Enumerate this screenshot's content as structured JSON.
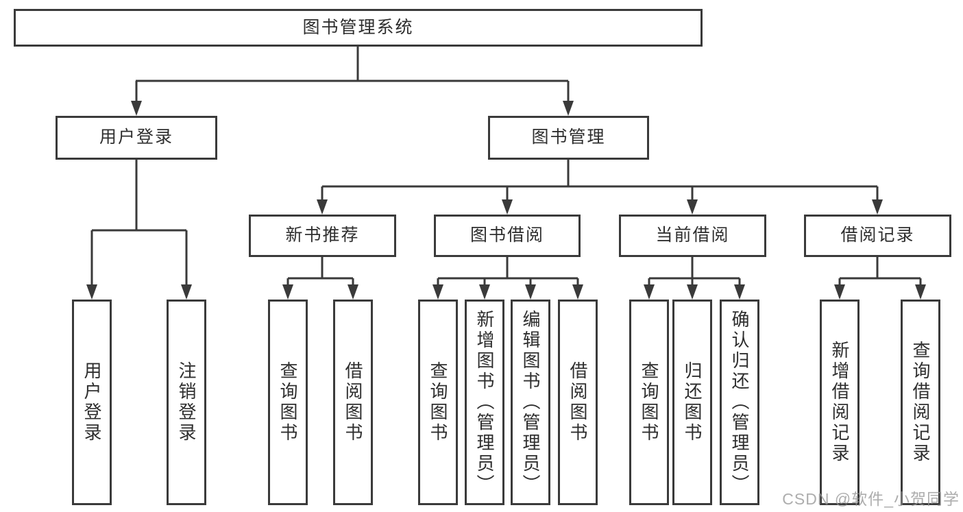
{
  "diagram": {
    "root": {
      "label": "图书管理系统"
    },
    "level2": {
      "user_login": "用户登录",
      "book_management": "图书管理"
    },
    "level3": {
      "new_book_recommend": "新书推荐",
      "book_borrowing": "图书借阅",
      "current_borrowing": "当前借阅",
      "borrowing_records": "借阅记录"
    },
    "leaves": {
      "user_login_leaf": "用户登录",
      "logout": "注销登录",
      "nbr_query_books": "查询图书",
      "nbr_borrow_books": "借阅图书",
      "bb_query_books": "查询图书",
      "bb_add_books": "新增图书（管理员）",
      "bb_edit_books": "编辑图书（管理员）",
      "bb_borrow_books": "借阅图书",
      "cb_query_books": "查询图书",
      "cb_return_books": "归还图书",
      "cb_confirm_return": "确认归还（管理员）",
      "br_add_record": "新增借阅记录",
      "br_query_record": "查询借阅记录"
    },
    "colors": {
      "line": "#3a3a3a",
      "text": "#2e2e2e",
      "watermark": "#969696"
    },
    "watermark": "CSDN @软件_小贺同学"
  }
}
